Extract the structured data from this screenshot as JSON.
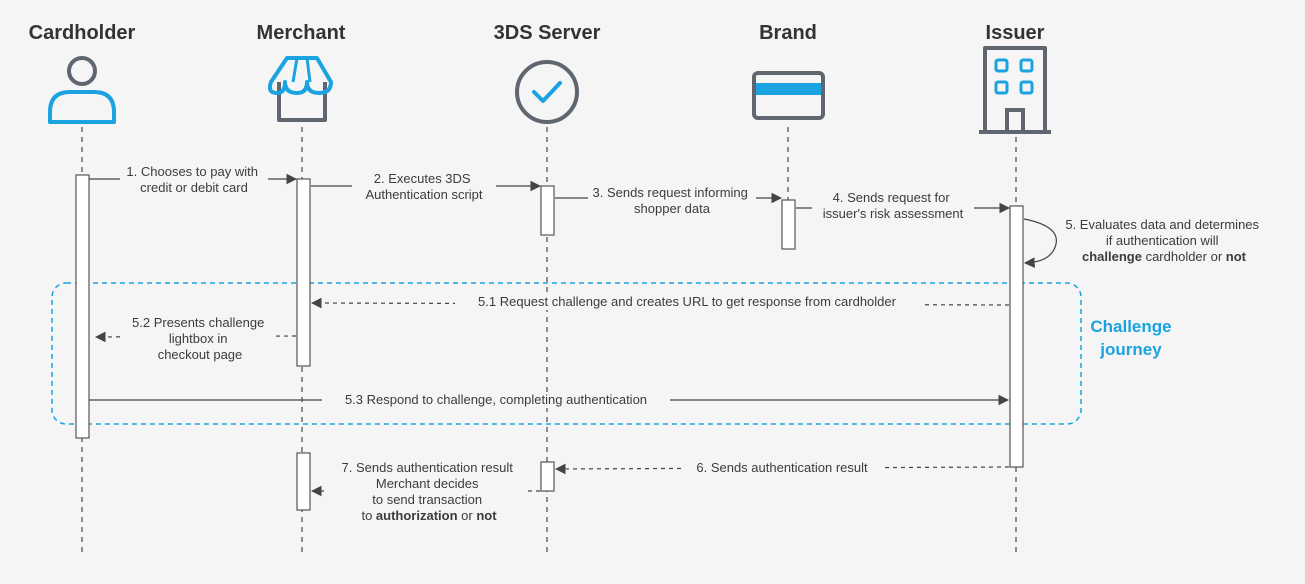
{
  "actors": {
    "cardholder": "Cardholder",
    "merchant": "Merchant",
    "server": "3DS Server",
    "brand": "Brand",
    "issuer": "Issuer"
  },
  "messages": {
    "m1": [
      "1. Chooses to pay with",
      "credit or debit card"
    ],
    "m2": [
      "2. Executes 3DS",
      "Authentication script"
    ],
    "m3": [
      "3. Sends request informing",
      "shopper data"
    ],
    "m4": [
      "4. Sends request for",
      "issuer's risk assessment"
    ],
    "m5": {
      "line1": "5. Evaluates data and determines",
      "line2": "if authentication will",
      "line3_bold": "challenge",
      "line3_rest": " cardholder or ",
      "line3_end_bold": "not"
    },
    "m51": "5.1 Request challenge and creates URL to get response from cardholder",
    "m52": [
      "5.2 Presents challenge",
      "lightbox in",
      "checkout page"
    ],
    "m53": "5.3 Respond to challenge, completing authentication",
    "m6": "6. Sends authentication result",
    "m7": {
      "line1": "7. Sends authentication result",
      "line2": "Merchant decides",
      "line3": "to send transaction",
      "line4_pre": "to ",
      "line4_bold": "authorization",
      "line4_mid": " or ",
      "line4_end_bold": "not"
    }
  },
  "region": {
    "label_line1": "Challenge",
    "label_line2": "journey"
  },
  "colors": {
    "accent": "#1aa3e0",
    "icon_gray": "#5f6670",
    "line": "#555555",
    "background": "#f5f5f6"
  },
  "icons": {
    "cardholder": "person-icon",
    "merchant": "storefront-icon",
    "server": "check-circle-icon",
    "brand": "credit-card-icon",
    "issuer": "building-icon"
  }
}
